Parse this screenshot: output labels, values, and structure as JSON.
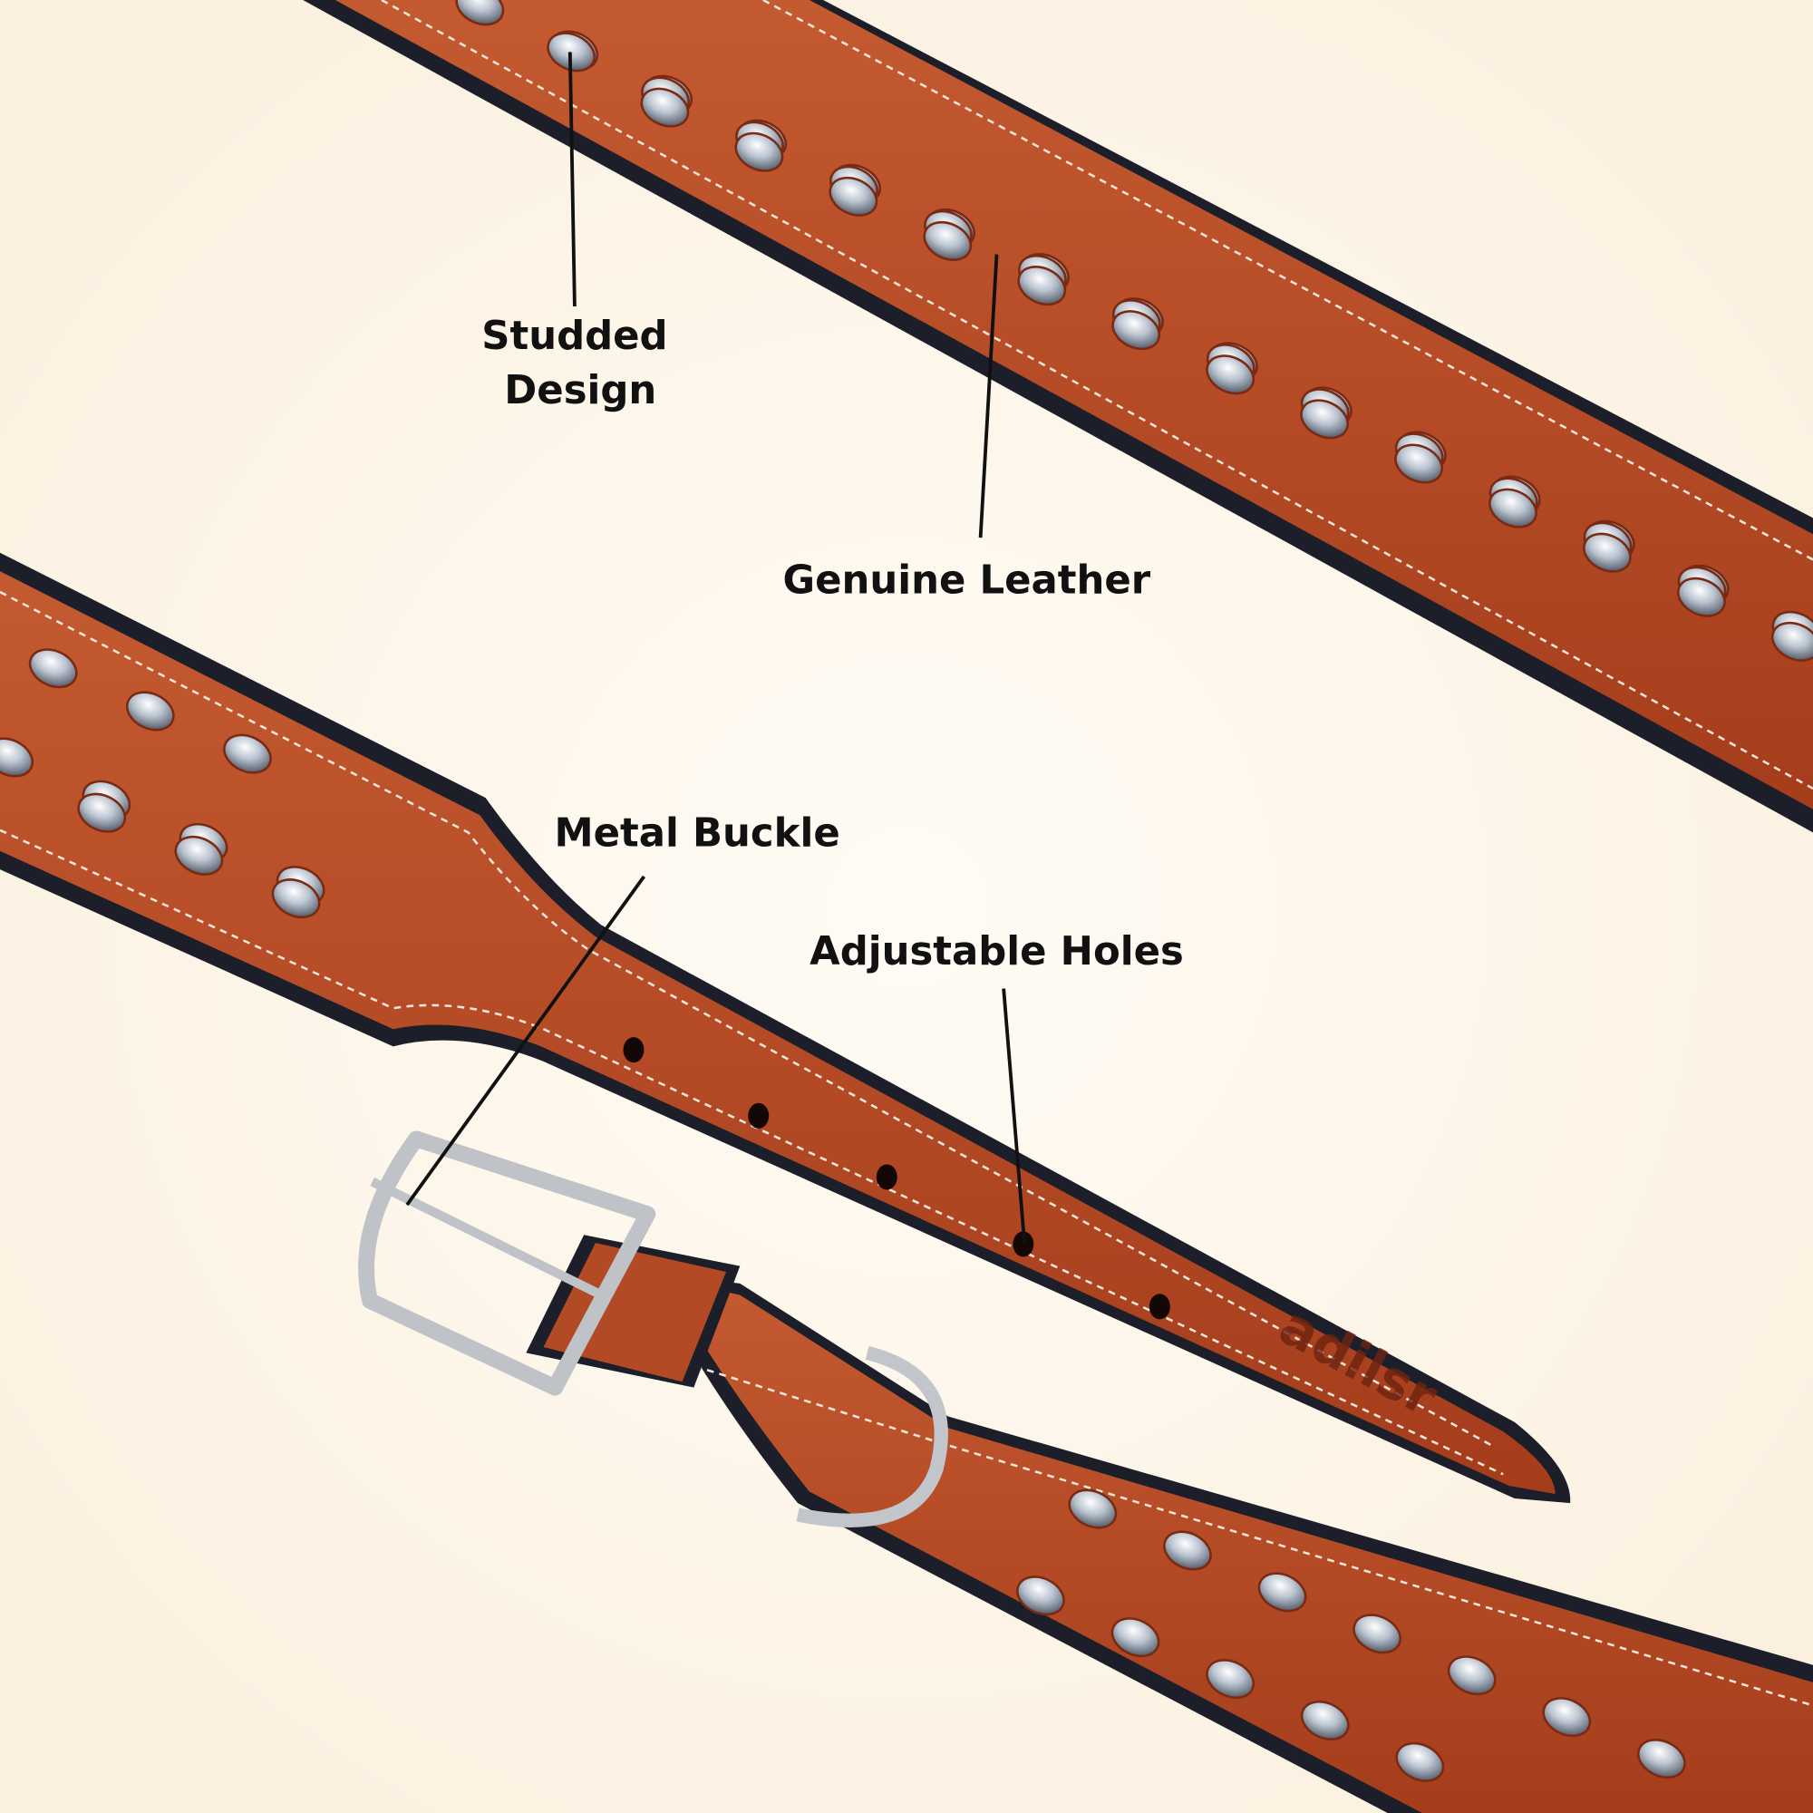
{
  "product": {
    "brand_mark": "adilsr",
    "colors": {
      "background": "#fdf3e4",
      "leather": "#b84a26",
      "leather_dark": "#8f3418",
      "edge": "#1c1f2a",
      "stitch": "#f3e6da",
      "metal": "#c9ccd1"
    }
  },
  "callouts": [
    {
      "id": "studded-design",
      "lines": [
        "Studded",
        "Design"
      ]
    },
    {
      "id": "genuine-leather",
      "lines": [
        "Genuine Leather"
      ]
    },
    {
      "id": "metal-buckle",
      "lines": [
        "Metal Buckle"
      ]
    },
    {
      "id": "adjustable-holes",
      "lines": [
        "Adjustable Holes"
      ]
    }
  ]
}
